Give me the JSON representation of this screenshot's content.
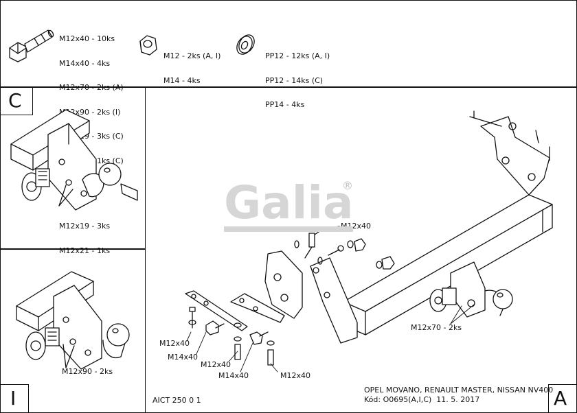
{
  "legend": {
    "bolts": [
      "M12x40 - 10ks",
      "M14x40 - 4ks",
      "M12x70 - 2ks (A)",
      "M12x90 - 2ks (I)",
      "M12x19 - 3ks (C)",
      "M12x21 - 1ks (C)"
    ],
    "nuts": [
      "M12 - 2ks (A, I)",
      "M14 - 4ks"
    ],
    "washers": [
      "PP12 - 12ks (A, I)",
      "PP12 - 14ks (C)",
      "PP14 - 4ks"
    ]
  },
  "panel_c": {
    "letter": "C",
    "callout_lines": [
      "M12x19 - 3ks",
      "M12x21 - 1ks"
    ]
  },
  "panel_i": {
    "letter": "I",
    "callout": "M12x90 - 2ks"
  },
  "panel_a": {
    "letter": "A",
    "logo_text": "Galia",
    "registered_mark": "®"
  },
  "main_callouts": {
    "top_bolt": "M12x40",
    "left_bolt_1": "M12x40",
    "left_bolt_2": "M14x40",
    "mid_bolt_1": "M12x40",
    "mid_bolt_2": "M14x40",
    "right_bolt": "M12x40",
    "ball_bolt": "M12x70 - 2ks"
  },
  "footer": {
    "code": "AICT 250 0 1",
    "vehicles": "OPEL MOVANO, RENAULT MASTER, NISSAN NV400",
    "kod": "Kód: O0695(A,I,C)  11. 5. 2017"
  }
}
